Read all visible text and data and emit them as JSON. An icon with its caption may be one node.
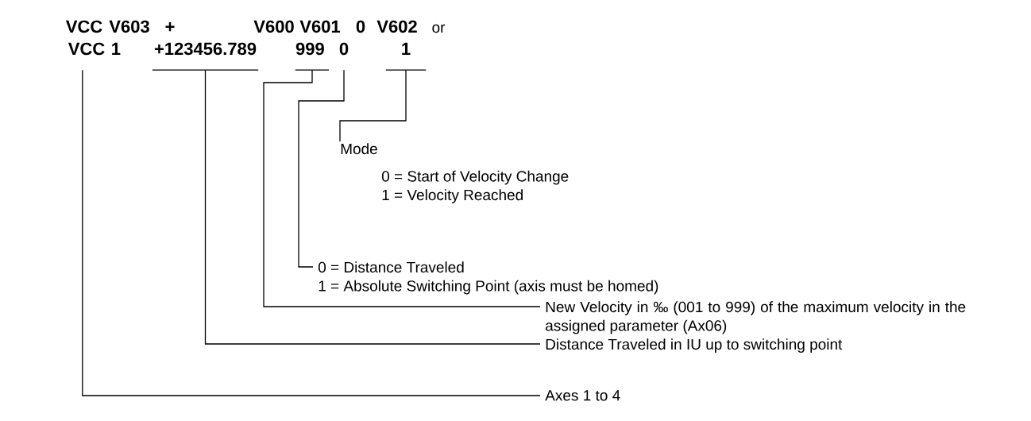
{
  "diagram": {
    "nodes": [
      {
        "text": [
          "1"
        ]
      },
      {
        "text": [
          "+123456.789"
        ]
      },
      {
        "text": [
          "999"
        ]
      },
      {
        "text": [
          "0"
        ]
      },
      {
        "text": [
          "1"
        ]
      },
      {
        "text": [
          "Mode",
          "0 = Start of Velocity Change",
          "1 = Velocity Reached"
        ]
      },
      {
        "text": [
          "0 = Distance Traveled",
          "1 = Absolute Switching Point (axis must be homed)"
        ]
      },
      {
        "text": [
          "New Velocity in ‰ (001 to 999) of the maximum velocity in the assigned parameter (Ax06)"
        ]
      },
      {
        "text": [
          "Distance Traveled in IU up to switching point"
        ]
      },
      {
        "text": [
          "Axes 1 to 4"
        ]
      }
    ],
    "edges": [
      {
        "from": 5,
        "to": 4,
        "arrow": "none"
      },
      {
        "from": 6,
        "to": 3,
        "arrow": "none"
      },
      {
        "from": 7,
        "to": 2,
        "arrow": "none"
      },
      {
        "from": 8,
        "to": 1,
        "arrow": "none"
      },
      {
        "from": 9,
        "to": 0,
        "arrow": "none"
      }
    ],
    "labels": [
      "VCC",
      "V603",
      "+",
      "V600",
      "V601",
      "0",
      "V602",
      "or",
      "VCC"
    ]
  }
}
